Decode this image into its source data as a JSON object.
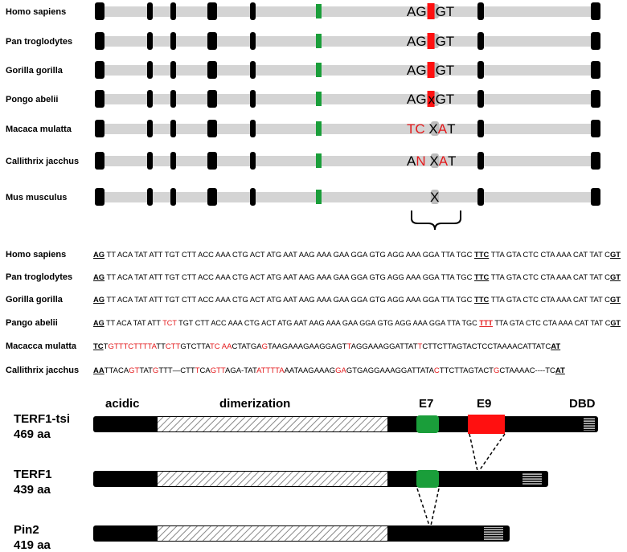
{
  "alignment": {
    "species": [
      {
        "name": "Homo sapiens",
        "motif": [
          {
            "t": "AG",
            "c": "#000"
          },
          {
            "box": "red"
          },
          {
            "t": "GT",
            "c": "#000"
          }
        ]
      },
      {
        "name": "Pan troglodytes",
        "motif": [
          {
            "t": "AG",
            "c": "#000"
          },
          {
            "box": "red"
          },
          {
            "t": "GT",
            "c": "#000"
          }
        ]
      },
      {
        "name": "Gorilla gorilla",
        "motif": [
          {
            "t": "AG",
            "c": "#000"
          },
          {
            "box": "red"
          },
          {
            "t": "GT",
            "c": "#000"
          }
        ]
      },
      {
        "name": "Pongo abelii",
        "motif": [
          {
            "t": "AG",
            "c": "#000"
          },
          {
            "box": "redx",
            "t": "x"
          },
          {
            "t": "GT",
            "c": "#000"
          }
        ]
      },
      {
        "name": "Macaca mulatta",
        "motif": [
          {
            "t": "TC ",
            "c": "#e31a1c"
          },
          {
            "t": "X",
            "c": "#000"
          },
          {
            "t": "A",
            "c": "#e31a1c"
          },
          {
            "t": "T",
            "c": "#000"
          }
        ]
      },
      {
        "name": "Callithrix jacchus",
        "motif": [
          {
            "t": "A",
            "c": "#000"
          },
          {
            "t": "N",
            "c": "#e31a1c"
          },
          {
            "t": " X",
            "c": "#000"
          },
          {
            "t": "A",
            "c": "#e31a1c"
          },
          {
            "t": "T",
            "c": "#000"
          }
        ]
      },
      {
        "name": "Mus musculus",
        "motif": [
          {
            "t": "X",
            "c": "#000"
          }
        ]
      }
    ]
  },
  "sequences": [
    {
      "name": "Homo sapiens",
      "parts": [
        {
          "t": "AG",
          "u": 1
        },
        {
          "t": " TT ACA TAT ATT TGT CTT ACC AAA CTG ACT ATG AAT AAG AAA GAA GGA GTG AGG AAA GGA TTA TGC "
        },
        {
          "t": "TTC",
          "u": 1
        },
        {
          "t": " TTA GTA CTC CTA AAA CAT TAT C"
        },
        {
          "t": "GT",
          "u": 1
        }
      ]
    },
    {
      "name": "Pan troglodytes",
      "parts": [
        {
          "t": "AG",
          "u": 1
        },
        {
          "t": " TT ACA TAT ATT TGT CTT ACC AAA CTG ACT ATG AAT AAG AAA GAA GGA GTG AGG AAA GGA TTA TGC "
        },
        {
          "t": "TTC",
          "u": 1
        },
        {
          "t": " TTA GTA CTC CTA AAA CAT TAT C"
        },
        {
          "t": "GT",
          "u": 1
        }
      ]
    },
    {
      "name": "Gorilla gorilla",
      "parts": [
        {
          "t": "AG",
          "u": 1
        },
        {
          "t": " TT ACA TAT ATT TGT CTT ACC AAA CTG ACT ATG AAT AAG AAA GAA GGA GTG AGG AAA GGA TTA TGC "
        },
        {
          "t": "TTC",
          "u": 1
        },
        {
          "t": " TTA GTA CTC CTA AAA CAT TAT C"
        },
        {
          "t": "GT",
          "u": 1
        }
      ]
    },
    {
      "name": "Pango abelii",
      "parts": [
        {
          "t": "AG",
          "u": 1
        },
        {
          "t": " TT ACA TAT ATT "
        },
        {
          "t": "TCT",
          "r": 1
        },
        {
          "t": " TGT CTT ACC AAA CTG ACT ATG AAT AAG AAA GAA GGA GTG AGG AAA GGA TTA TGC "
        },
        {
          "t": "TTT",
          "u": 1,
          "r": 1
        },
        {
          "t": " TTA GTA CTC CTA AAA CAT TAT C"
        },
        {
          "t": "GT",
          "u": 1
        }
      ]
    },
    {
      "name": "Macacca mulatta",
      "parts": [
        {
          "t": "TC",
          "u": 1
        },
        {
          "t": "T"
        },
        {
          "t": "GTTTCTTTTA",
          "r": 1
        },
        {
          "t": "TT"
        },
        {
          "t": "CTT",
          "r": 1
        },
        {
          "t": "GTCTTA"
        },
        {
          "t": "TC",
          "r": 1
        },
        {
          "t": " "
        },
        {
          "t": "AA",
          "r": 1
        },
        {
          "t": "CTATGA"
        },
        {
          "t": "G",
          "r": 1
        },
        {
          "t": "TAAGAAAGAAGGAGT"
        },
        {
          "t": "T",
          "r": 1
        },
        {
          "t": "AGGAAAGGATTAT"
        },
        {
          "t": "T",
          "r": 1
        },
        {
          "t": "CTTCTTAGTACTCCTAAAACATTATC"
        },
        {
          "t": "AT",
          "u": 1
        }
      ]
    },
    {
      "name": "Callithrix jacchus",
      "parts": [
        {
          "t": "AA",
          "u": 1
        },
        {
          "t": "TTACA"
        },
        {
          "t": "GT",
          "r": 1
        },
        {
          "t": "TAT"
        },
        {
          "t": "G",
          "r": 1
        },
        {
          "t": "TTT—CTT"
        },
        {
          "t": "T",
          "r": 1
        },
        {
          "t": "CA"
        },
        {
          "t": "GTT",
          "r": 1
        },
        {
          "t": "AGA-TAT"
        },
        {
          "t": "ATTTTA",
          "r": 1
        },
        {
          "t": "AATAAGAAAG"
        },
        {
          "t": "GA",
          "r": 1
        },
        {
          "t": "GTGAGGAAAGGATTATA"
        },
        {
          "t": "C",
          "r": 1
        },
        {
          "t": "TTCTTAGTACT"
        },
        {
          "t": "G",
          "r": 1
        },
        {
          "t": "CTAAAAC----TC"
        },
        {
          "t": "AT",
          "u": 1
        }
      ]
    }
  ],
  "domains": {
    "labels": {
      "acidic": "acidic",
      "dimerization": "dimerization",
      "e7": "E7",
      "e9": "E9",
      "dbd": "DBD"
    },
    "proteins": [
      {
        "name": "TERF1-tsi",
        "length": "469 aa"
      },
      {
        "name": "TERF1",
        "length": "439 aa"
      },
      {
        "name": "Pin2",
        "length": "419 aa"
      }
    ]
  },
  "colors": {
    "exon_green": "#1a9e3a",
    "exon_red": "#ff1010",
    "gene_grey": "#d4d4d4",
    "highlight_red": "#e31a1c"
  }
}
